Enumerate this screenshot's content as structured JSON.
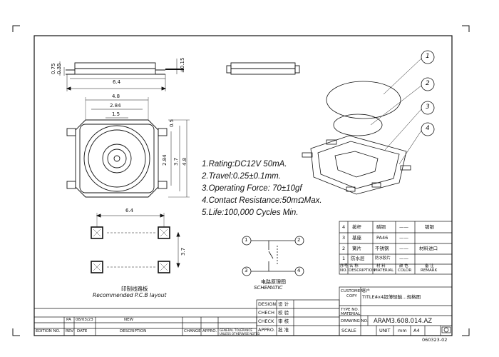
{
  "specs": [
    "1.Rating:DC12V 50mA.",
    "2.Travel:0.25±0.1mm.",
    "3.Operating Force: 70±10gf",
    "4.Contact Resistance:50mΩMax.",
    "5.Life:100,000 Cycles Min."
  ],
  "dims": {
    "top_width": "6.4",
    "side_h1": "0.75",
    "side_h2": "0.35",
    "side_tol": "±0.15",
    "w48": "4.8",
    "w284": "2.84",
    "w15": "1.5",
    "h05": "0.5",
    "h284": "2.84",
    "h37": "3.7",
    "h48": "4.8",
    "pcb_w": "6.4",
    "pcb_h": "3.7"
  },
  "pcb_label_cn": "印制线路板",
  "pcb_label_en": "Recommended P.C.B layout",
  "schematic": {
    "label_cn": "电路原理图",
    "label_en": "SCHEMATIC",
    "pins": [
      "1",
      "2",
      "3",
      "4"
    ]
  },
  "callouts": [
    "1",
    "2",
    "3",
    "4"
  ],
  "bom": {
    "rows": [
      {
        "no": "4",
        "name": "拨杆",
        "material": "磷铜",
        "color": "——",
        "remark": "镀银"
      },
      {
        "no": "3",
        "name": "基座",
        "material": "PA46",
        "color": "——",
        "remark": ""
      },
      {
        "no": "2",
        "name": "簧片",
        "material": "不锈钢",
        "color": "——",
        "remark": "材料进口"
      },
      {
        "no": "1",
        "name": "防水层",
        "material": "防水胶片",
        "color": "——",
        "remark": ""
      }
    ],
    "header": {
      "no_cn": "序号",
      "no": "NO.",
      "desc_cn": "名 称",
      "desc": "DESCRIPTION",
      "mat_cn": "材 料",
      "mat": "MATERIAL",
      "color_cn": "颜 色",
      "color": "COLOR",
      "remark_cn": "备 注",
      "remark": "REMARK"
    }
  },
  "title_block": {
    "customer_label": "CUSTOMER",
    "copy_label": "COPY",
    "customer_cn": "客户",
    "title_label": "TITLE:",
    "title_value": "4x4超薄轻触…规格图",
    "type_no_label": "TYPE NO.",
    "material_label": "MATERIAL",
    "drawing_no_label": "DRAWING NO.",
    "drawing_no": "ARAM3.608.014.AZ",
    "scale_label": "SCALE",
    "unit_label": "UNIT",
    "unit_value": "mm",
    "size": "A4",
    "design_label": "DESIGN",
    "design_cn": "设 计",
    "check_label": "CHECH",
    "check_cn": "校 验",
    "check2_label": "CHECK",
    "check2_cn": "审 核",
    "approve_label": "APPRO.",
    "approve_cn": "批 准",
    "rev_row": {
      "rev": "PA",
      "date": "08/03/23",
      "desc": "NEW"
    },
    "footer": {
      "edition": "EDITION NO.",
      "rev": "REV",
      "date": "DATE",
      "description": "DESCRIPTION",
      "change": "CHANGE",
      "appro": "APPRO.",
      "general_tol": "GENERAL TOLERANCE",
      "unless": "UNLESS OTHERWISE NOTED"
    },
    "sheet_code": "060323-02",
    "corner_mark": "A4"
  }
}
